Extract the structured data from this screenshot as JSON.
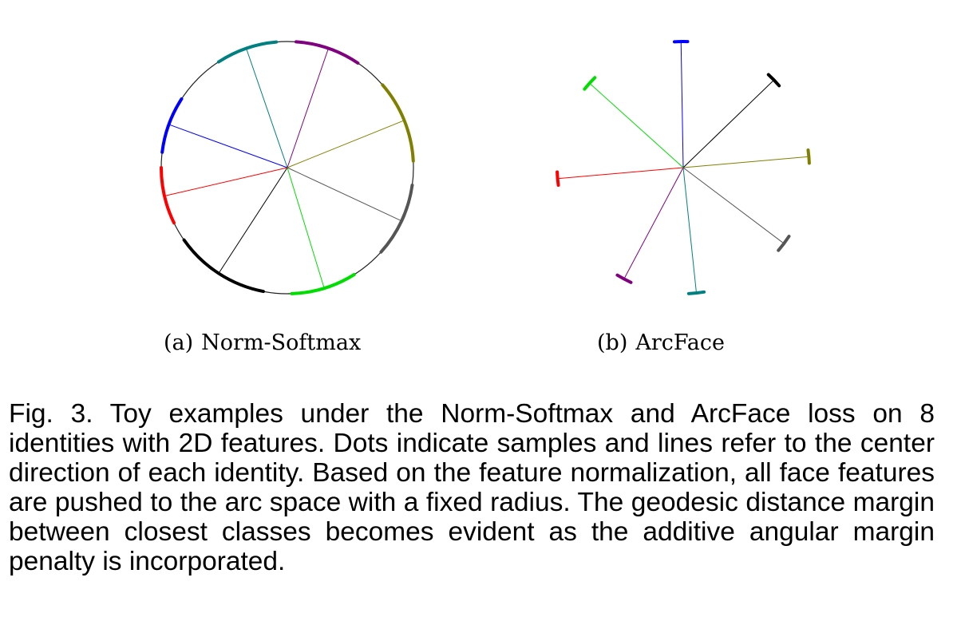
{
  "figure": {
    "panels": [
      {
        "tag": "(a)",
        "label": "Norm-Softmax",
        "radius_ratio": 1.0,
        "identities": [
          {
            "color": "#0000ff",
            "angle_deg": 160,
            "arc_span_deg": 26
          },
          {
            "color": "#008080",
            "angle_deg": 109,
            "arc_span_deg": 28
          },
          {
            "color": "#800080",
            "angle_deg": 71,
            "arc_span_deg": 30
          },
          {
            "color": "#808000",
            "angle_deg": 22,
            "arc_span_deg": 38
          },
          {
            "color": "#555555",
            "angle_deg": -25,
            "arc_span_deg": 34
          },
          {
            "color": "#00dd00",
            "angle_deg": -73,
            "arc_span_deg": 30
          },
          {
            "color": "#000000",
            "angle_deg": -123,
            "arc_span_deg": 44
          },
          {
            "color": "#ff0000",
            "angle_deg": -167,
            "arc_span_deg": 26
          }
        ]
      },
      {
        "tag": "(b)",
        "label": "ArcFace",
        "radius_ratio": 1.0,
        "identities": [
          {
            "color": "#0000ff",
            "angle_deg": 91,
            "arc_span_deg": 6
          },
          {
            "color": "#000000",
            "angle_deg": 44,
            "arc_span_deg": 7
          },
          {
            "color": "#808000",
            "angle_deg": 5,
            "arc_span_deg": 6
          },
          {
            "color": "#555555",
            "angle_deg": -37,
            "arc_span_deg": 8
          },
          {
            "color": "#008080",
            "angle_deg": -84,
            "arc_span_deg": 7
          },
          {
            "color": "#800080",
            "angle_deg": -118,
            "arc_span_deg": 7
          },
          {
            "color": "#ff0000",
            "angle_deg": -175,
            "arc_span_deg": 6
          },
          {
            "color": "#00dd00",
            "angle_deg": 138,
            "arc_span_deg": 7
          }
        ]
      }
    ]
  },
  "caption": "Fig. 3. Toy examples under the Norm-Softmax and ArcFace loss on 8 identities with 2D features. Dots indicate samples and lines refer to the center direction of each identity. Based on the feature normalization, all face features are pushed to the arc space with a fixed radius. The geodesic distance margin between closest classes becomes evident as the additive angular margin penalty is incorporated."
}
